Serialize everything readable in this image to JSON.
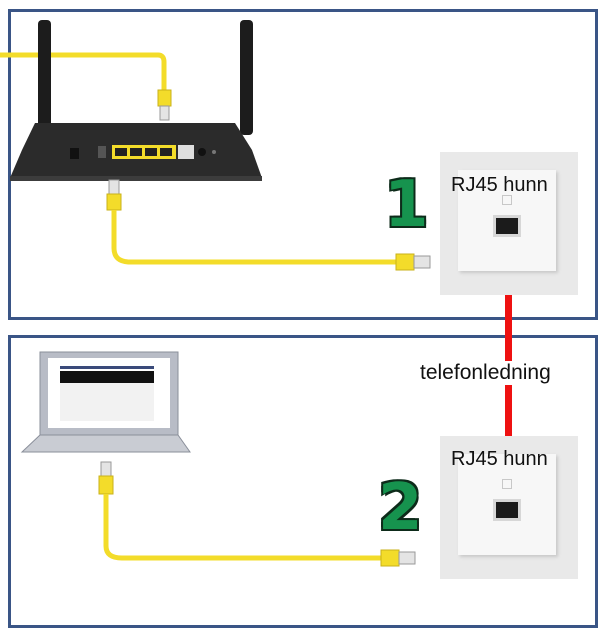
{
  "wall_jacks": [
    {
      "step": "1",
      "label": "RJ45 hunn"
    },
    {
      "step": "2",
      "label": "RJ45 hunn"
    }
  ],
  "phone_line": {
    "label": "telefonledning",
    "color": "#ee1111"
  },
  "colors": {
    "cable": "#f3dc2a",
    "step_number": "#16934e",
    "panel_border": "#3a5586",
    "router_body": "#2b2b2b"
  },
  "icons": [
    "router-icon",
    "laptop-icon",
    "ethernet-plug-icon",
    "wall-socket-icon"
  ]
}
